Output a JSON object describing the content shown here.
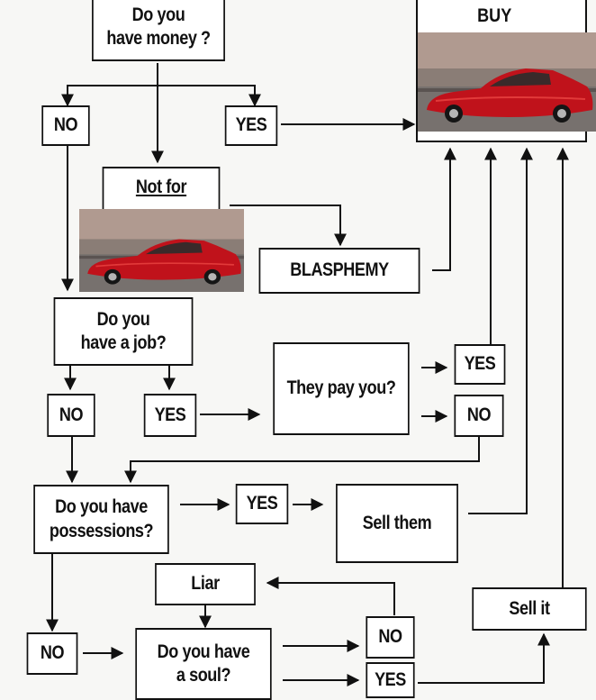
{
  "nodes": {
    "money": "Do you\nhave money ?",
    "buy": "BUY",
    "no_money": "NO",
    "yes_money": "YES",
    "not_for": "Not for",
    "blasphemy": "BLASPHEMY",
    "job": "Do you\nhave a job?",
    "no_job": "NO",
    "yes_job": "YES",
    "pay": "They pay you?",
    "yes_pay": "YES",
    "no_pay": "NO",
    "possessions": "Do you have\npossessions?",
    "yes_possessions": "YES",
    "sell_them": "Sell them",
    "liar": "Liar",
    "sell_it": "Sell it",
    "no_possessions": "NO",
    "soul": "Do you have\na soul?",
    "no_soul": "NO",
    "yes_soul": "YES"
  },
  "colors": {
    "car_body": "#c0121b",
    "line": "#111111",
    "background": "#f7f7f5"
  }
}
